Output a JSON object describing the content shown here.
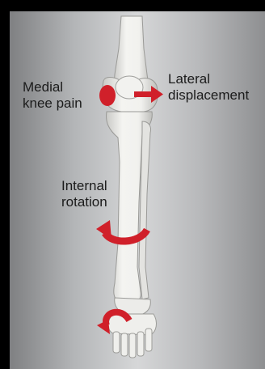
{
  "labels": {
    "medial_knee_pain": "Medial\nknee pain",
    "lateral_displacement": "Lateral\ndisplacement",
    "internal_rotation": "Internal\nrotation"
  },
  "colors": {
    "annotation": "#d0202a",
    "bone": "#eeeeeb",
    "background_outer": "#000000"
  }
}
